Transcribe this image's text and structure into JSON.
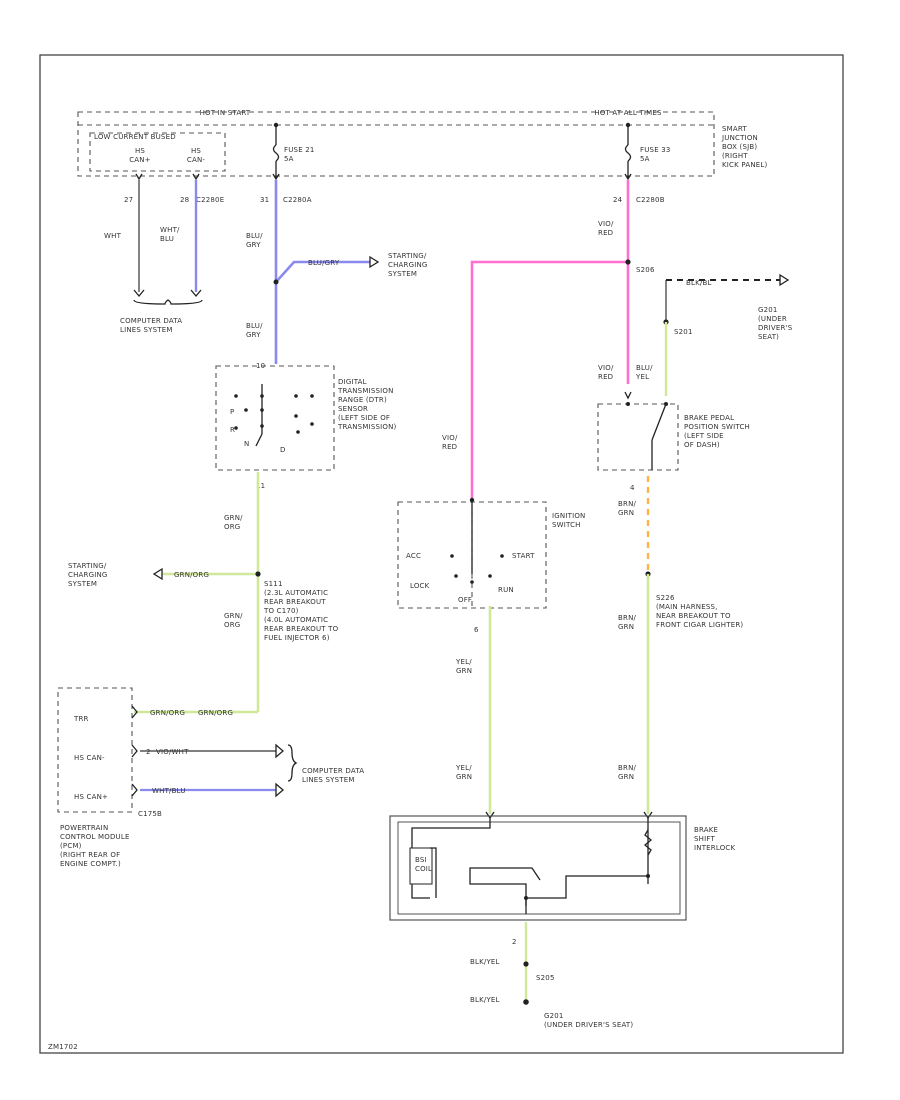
{
  "colors": {
    "blue_wire": "#8a8aee",
    "pink_wire": "#ff6fd0",
    "yellow_green_wire": "#cfe89a",
    "orange_wire": "#ffb24a",
    "frame": "#444444"
  },
  "junction_box": {
    "hot_at_start": "HOT IN START",
    "hot_at_all_times": "HOT AT ALL TIMES",
    "low_current_bused": "LOW CURRENT BUSED",
    "hs_plus": "HS\nCAN+",
    "hs_minus": "HS\nCAN-",
    "fuse21": "FUSE 21\n5A",
    "fuse33": "FUSE 33\n5A",
    "sjb_label": "SMART\nJUNCTION\nBOX (SJB)\n(RIGHT\nKICK PANEL)"
  },
  "pins": {
    "p27": "27",
    "p28": "28",
    "c2280e": "C2280E",
    "p31": "31",
    "c2280a": "C2280A",
    "p24": "24",
    "c2280b": "C2280B",
    "p10": "10",
    "p11": "11",
    "p2": "2",
    "p4": "4",
    "p6": "6"
  },
  "wires": {
    "wht": "WHT",
    "wht_blu": "WHT/\nBLU",
    "blu_gry_1": "BLU/\nGRY",
    "blu_gry_inline": "BLU/GRY",
    "blu_gry_2": "BLU/\nGRY",
    "vio_red_1": "VIO/\nRED",
    "vio_red_2": "VIO/\nRED",
    "vio_red_3": "VIO/\nRED",
    "blk_bl": "BLK/BL",
    "blu_yel": "BLU/\nYEL",
    "brn_grn_1": "BRN/\nGRN",
    "grn_org_1": "GRN/\nORG",
    "grn_org_inline": "GRN/ORG",
    "grn_org_2": "GRN/\nORG",
    "grn_org_pcm": "GRN/ORG",
    "grn_org_pcm2": "GRN/ORG",
    "vio_wht": "VIO/WHT",
    "wht_blu_pcm": "WHT/BLU",
    "brn_grn_2": "BRN/\nGRN",
    "brn_grn_3": "BRN/\nGRN",
    "yel_grn_1": "YEL/\nGRN",
    "yel_grn_2": "YEL/\nGRN",
    "blk_yel_1": "BLK/YEL",
    "blk_yel_2": "BLK/YEL"
  },
  "labels": {
    "starting_charging_top": "STARTING/\nCHARGING\nSYSTEM",
    "computer_data_top": "COMPUTER DATA\nLINES SYSTEM",
    "splice_s206": "S206",
    "g201_top": "G201\n(UNDER\nDRIVER'S\nSEAT)",
    "s201": "S201",
    "tr_sensor": "DIGITAL\nTRANSMISSION\nRANGE (DTR)\nSENSOR\n(LEFT SIDE OF\nTRANSMISSION)",
    "tr_p": "P",
    "tr_r": "R",
    "tr_n": "N",
    "tr_d": "D",
    "brake_switch": "BRAKE PEDAL\nPOSITION SWITCH\n(LEFT SIDE\nOF DASH)",
    "ignition_switch": "IGNITION\nSWITCH",
    "ign_acc": "ACC",
    "ign_lock": "LOCK",
    "ign_off": "OFF",
    "ign_run": "RUN",
    "ign_start": "START",
    "starting_charging_left": "STARTING/\nCHARGING\nSYSTEM",
    "s111": "S111\n(2.3L AUTOMATIC\nREAR BREAKOUT\nTO C170)\n(4.0L AUTOMATIC\nREAR BREAKOUT TO\nFUEL INJECTOR 6)",
    "s226": "S226\n(MAIN HARNESS,\nNEAR BREAKOUT TO\nFRONT CIGAR LIGHTER)",
    "pcm_tr": "TRR",
    "pcm_can_minus": "HS CAN-",
    "pcm_can_plus": "HS CAN+",
    "c175b": "C175B",
    "pcm_label": "POWERTRAIN\nCONTROL MODULE\n(PCM)\n(RIGHT REAR OF\nENGINE COMPT.)",
    "computer_data_left": "COMPUTER DATA\nLINES SYSTEM",
    "bsi_label": "BRAKE\nSHIFT\nINTERLOCK",
    "bsi_coil": "BSI\nCOIL",
    "s205": "S205",
    "g201_bottom": "G201\n(UNDER DRIVER'S SEAT)",
    "ref": "ZM1702"
  }
}
